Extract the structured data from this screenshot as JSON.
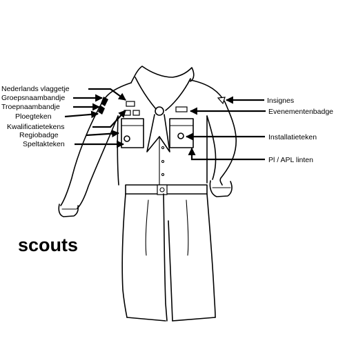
{
  "labels_left": [
    "Nederlands vlaggetje",
    "Groepsnaambandje",
    "Troepnaambandje",
    "Ploegteken",
    "Kwalificatietekens",
    "Regiobadge",
    "Speltakteken"
  ],
  "labels_right": [
    "Insignes",
    "Evenementenbadge",
    "Installatieteken",
    "Pl / APL linten"
  ],
  "brand": "scouts"
}
